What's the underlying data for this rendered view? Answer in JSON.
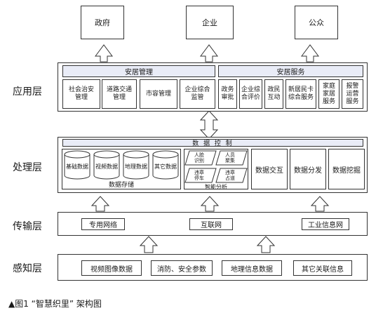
{
  "top": {
    "gov": "政府",
    "enterprise": "企业",
    "public": "公众"
  },
  "app_layer": {
    "label": "应用层",
    "management": {
      "title": "安居管理",
      "items": [
        "社会治安\n管理",
        "道路交通\n管理",
        "市容管理",
        "企业综合\n监管"
      ]
    },
    "service": {
      "title": "安居服务",
      "items": [
        "政务\n审批",
        "企业综\n合评价",
        "政民\n互动",
        "新居民卡\n综合服务",
        "家庭\n家居\n服务",
        "报警\n运营\n服务"
      ]
    }
  },
  "process_layer": {
    "label": "处理层",
    "control": "数 据 控 制",
    "storage": {
      "title": "数据存储",
      "items": [
        "基础数据",
        "视频数据",
        "地理数据",
        "其它数据"
      ]
    },
    "analysis": {
      "title": "智能分析",
      "items": [
        "人脸\n识别",
        "人员\n聚集",
        "违章\n停车",
        "违章\n占道"
      ]
    },
    "exchange": "数据交互",
    "distribute": "数据分发",
    "mining": "数据挖掘"
  },
  "transport_layer": {
    "label": "传输层",
    "items": [
      "专用网络",
      "互联网",
      "工业信息网"
    ]
  },
  "perception_layer": {
    "label": "感知层",
    "items": [
      "视频图像数据",
      "消防、安全参数",
      "地理信息数据",
      "其它关联信息"
    ]
  },
  "caption": "▲图1 “智慧织里” 架构图"
}
